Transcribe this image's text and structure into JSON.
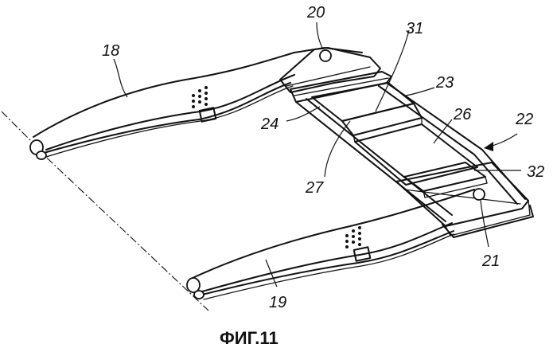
{
  "figure": {
    "caption": "ФИГ.11",
    "labels": {
      "l18": "18",
      "l19": "19",
      "l20": "20",
      "l21": "21",
      "l22": "22",
      "l23": "23",
      "l24": "24",
      "l26": "26",
      "l27": "27",
      "l31": "31",
      "l32": "32"
    }
  }
}
